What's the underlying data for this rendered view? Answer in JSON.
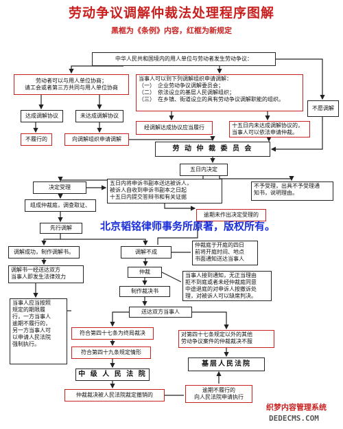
{
  "title": "劳动争议调解仲裁法处理程序图解",
  "subtitle": "黑框为《条例》内容，红框为新规定",
  "nodes": {
    "n01": "中华人民共和国境内的用人单位与劳动者发生劳动争议：",
    "n02": "劳动者可以与用人单位协商；\n请工会或者第三方共同与用人单位协商",
    "n03": "当事人可以到下列调解组织申请调解：\n（一）　企业劳动争议调解委员会；\n（二）　依法设立的基层人民调解组织；\n（三）　在乡镇、街道设立的具有劳动争议调解职能的组织。",
    "n04": "不愿调解",
    "n05": "达成调解协议",
    "n06": "未达成调解协议",
    "n07": "不履行的",
    "n08": "向调解组织申请调解",
    "n09": "经调解达成协议应当履行",
    "n10": "十五日内未达成调解协议的，\n当事人可以依法申请仲裁。",
    "n11": "劳 动 仲 裁 委 员 会",
    "n12": "五日内决定",
    "n13": "决定受理",
    "n14": "五日内将申诉书副本送达被诉人，\n被诉人自收到申诉书副本之日起\n十五日内提交答辩书和有关证据",
    "n15": "不予受理，出具不予受理通\n知书，说明理由。",
    "n16": "组成仲裁庭，调查取证、",
    "n17": "逾期未作出决定受理的",
    "n18": "先行调解",
    "n19": "调解成功，制作调解书。",
    "n20": "调解书一经送达双方\n当事人即发生法律效力",
    "n21": "调解不成",
    "n22": "仲裁庭于开庭的四日\n前将开庭时间、地点\n书面通知送达当事人",
    "n23": "仲裁",
    "n24": "当事人接到通知，无正当理由\n拒不到庭或者未经仲裁庭同意\n中途退庭的对申诉人按撤诉处\n理，对被诉人可以缺席判决。",
    "n25": "制作裁决书",
    "n26": "当事人应当按照\n规定的期限履\n行，一方当事人\n逾期不履行的，\n另一方当事人可\n以申请人民法院\n强制执行。",
    "n27": "送达双方当事人",
    "n28": "符合第四十七条为终局裁决",
    "n29": "对第四十七条规定以外的其他\n劳动争议案件的仲裁裁决不服",
    "n30": "符合第四十九条规定情形",
    "n31": "中 级 人 民 法 院",
    "n32": "基层人民法院",
    "n33": "仲裁裁决被人民法院裁定撤销的",
    "n34": "逾期不履行的\n向人民法院申请执行"
  },
  "copyright": "北京韬铭律师事务所原著，版权所有。",
  "watermark": {
    "line1": "织梦内容管理系统",
    "line2": "DEDECMS.COM"
  },
  "colors": {
    "title": "#c8201f",
    "red_border": "#c8201f",
    "black_border": "#222222",
    "copyright": "#1a2fd8"
  }
}
